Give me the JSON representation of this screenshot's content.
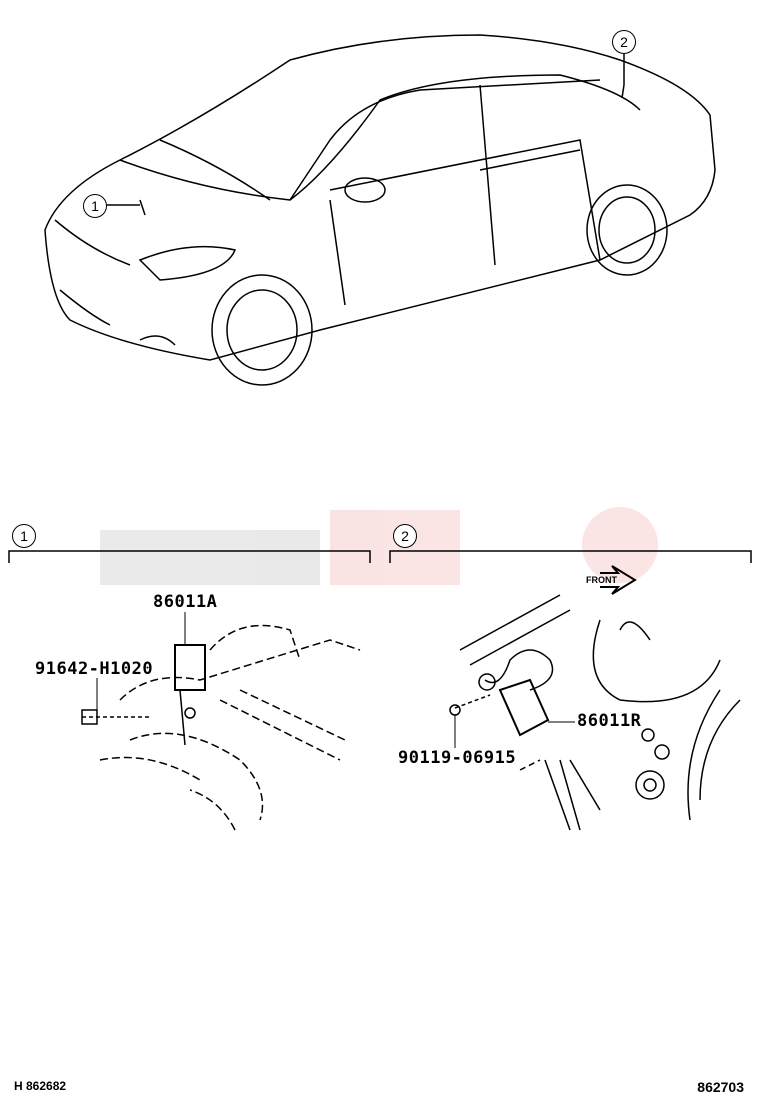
{
  "overview": {
    "callouts": [
      "1",
      "2"
    ]
  },
  "views": [
    {
      "callout": "1",
      "parts": [
        "86011A",
        "91642-H1020"
      ]
    },
    {
      "callout": "2",
      "parts": [
        "86011R",
        "90119-06915"
      ],
      "direction_label": "FRONT"
    }
  ],
  "footer": {
    "left_code": "H 862682",
    "right_code": "862703"
  }
}
